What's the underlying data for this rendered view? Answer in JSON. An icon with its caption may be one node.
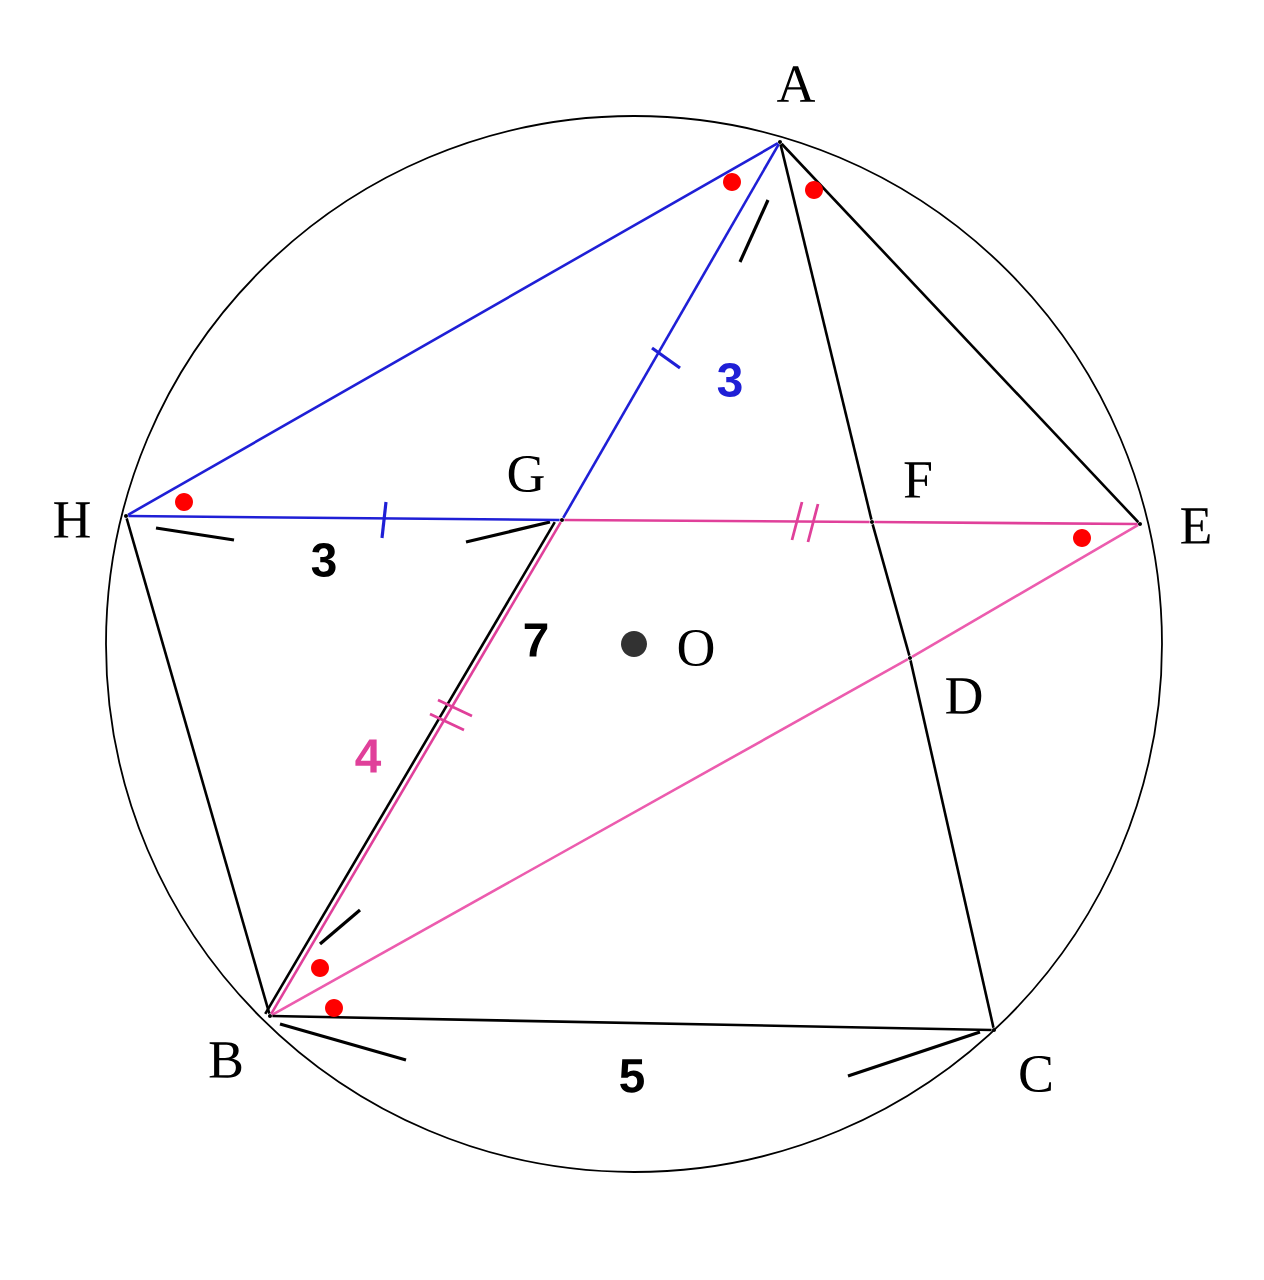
{
  "diagram": {
    "nodes": [
      {
        "text": [],
        "shape": "point",
        "beside": [
          "A"
        ]
      },
      {
        "text": [],
        "shape": "point",
        "beside": [
          "H"
        ]
      },
      {
        "text": [],
        "shape": "point",
        "beside": [
          "G"
        ]
      },
      {
        "text": [],
        "shape": "point",
        "beside": [
          "F"
        ]
      },
      {
        "text": [],
        "shape": "point",
        "beside": [
          "E"
        ]
      },
      {
        "text": [],
        "shape": "circle",
        "beside": [
          "O"
        ]
      },
      {
        "text": [],
        "shape": "point",
        "beside": [
          "D"
        ]
      },
      {
        "text": [],
        "shape": "point",
        "beside": [
          "B"
        ]
      },
      {
        "text": [],
        "shape": "point",
        "beside": [
          "C"
        ]
      }
    ],
    "edges": [
      {
        "from": 1,
        "to": 0,
        "arrow": "none",
        "color": "#1f1fd6"
      },
      {
        "from": 0,
        "to": 2,
        "arrow": "none",
        "color": "#1f1fd6",
        "label": "3"
      },
      {
        "from": 1,
        "to": 2,
        "arrow": "none",
        "color": "#1f1fd6"
      },
      {
        "from": 2,
        "to": 3,
        "arrow": "none",
        "color": "#e0409a"
      },
      {
        "from": 3,
        "to": 4,
        "arrow": "none",
        "color": "#e0409a"
      },
      {
        "from": 2,
        "to": 7,
        "arrow": "none",
        "color": "#e0409a",
        "label": "4"
      },
      {
        "from": 2,
        "to": 7,
        "arrow": "none"
      },
      {
        "from": 7,
        "to": 6,
        "arrow": "none",
        "color": "#ec5cae"
      },
      {
        "from": 6,
        "to": 4,
        "arrow": "none",
        "color": "#ec5cae"
      },
      {
        "from": 0,
        "to": 3,
        "arrow": "none"
      },
      {
        "from": 3,
        "to": 6,
        "arrow": "none"
      },
      {
        "from": 6,
        "to": 8,
        "arrow": "none"
      },
      {
        "from": 0,
        "to": 4,
        "arrow": "none"
      },
      {
        "from": 1,
        "to": 7,
        "arrow": "none"
      },
      {
        "from": 7,
        "to": 8,
        "arrow": "none"
      }
    ],
    "labels": [
      "3",
      "7",
      "5"
    ]
  }
}
